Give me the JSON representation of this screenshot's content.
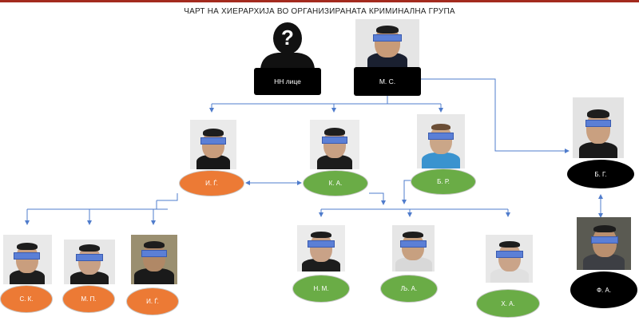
{
  "title": "ЧАРТ НА ХИЕРАРХИЈА ВО ОРГАНИЗИРАНАТА КРИМИНАЛНА ГРУПА",
  "unknown_symbol": "?",
  "colors": {
    "line": "#4f7ccc",
    "orange": "#ec7a35",
    "green": "#6aac46",
    "black": "#000000",
    "blur": "#5b7fd6"
  },
  "nodes": {
    "nn": {
      "label": "НН лице"
    },
    "ms": {
      "label": "М. С."
    },
    "ig1": {
      "label": "И. Ѓ."
    },
    "ka": {
      "label": "К. А."
    },
    "br": {
      "label": "Б. Р."
    },
    "bg": {
      "label": "Б. Г."
    },
    "sk": {
      "label": "С. К."
    },
    "mp": {
      "label": "М. П."
    },
    "ig2": {
      "label": "И. Ѓ."
    },
    "nm": {
      "label": "Н. М."
    },
    "la": {
      "label": "Љ. А."
    },
    "ha": {
      "label": "Х. А."
    },
    "fa": {
      "label": "Ф. А."
    }
  }
}
